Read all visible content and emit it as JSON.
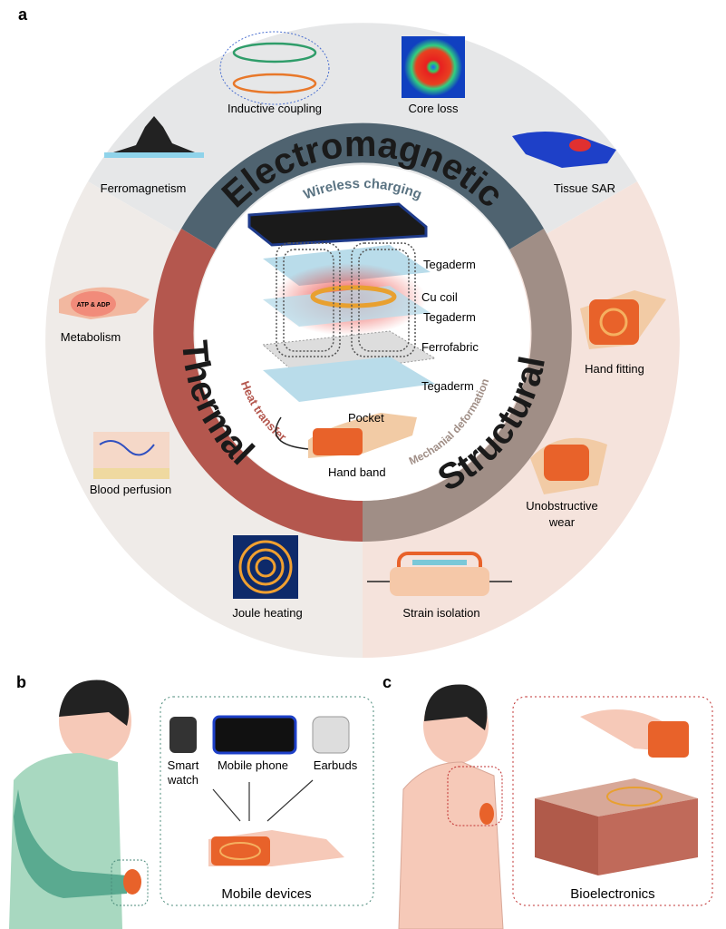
{
  "panels": {
    "a": "a",
    "b": "b",
    "c": "c"
  },
  "ring": {
    "electromagnetic": "Electromagnetic",
    "thermal": "Thermal",
    "structural": "Structural",
    "wireless_charging": "Wireless charging",
    "heat_transfer": "Heat transfer",
    "mechanical_deformation": "Mechanial deformation"
  },
  "layers": [
    "Tegaderm",
    "Cu coil",
    "Tegaderm",
    "Ferrofabric",
    "Tegaderm"
  ],
  "center_labels": {
    "pocket": "Pocket",
    "hand_band": "Hand band"
  },
  "outer": {
    "ferromagnetism": "Ferromagnetism",
    "inductive_coupling": "Inductive coupling",
    "core_loss": "Core loss",
    "tissue_sar": "Tissue SAR",
    "metabolism": "Metabolism",
    "atp_adp": "ATP & ADP",
    "blood_perfusion": "Blood perfusion",
    "joule_heating": "Joule heating",
    "hand_fitting": "Hand fitting",
    "unobstructive_wear_1": "Unobstructive",
    "unobstructive_wear_2": "wear",
    "strain_isolation": "Strain isolation"
  },
  "panel_b": {
    "smart_watch_1": "Smart",
    "smart_watch_2": "watch",
    "mobile_phone": "Mobile phone",
    "earbuds": "Earbuds",
    "caption": "Mobile devices"
  },
  "panel_c": {
    "caption": "Bioelectronics"
  },
  "colors": {
    "electromagnetic": "#4f6370",
    "thermal": "#b4574e",
    "structural": "#a08e86",
    "top_sector": "#e6e7e8",
    "left_sector": "#efebe8",
    "right_sector": "#f5e3dc"
  }
}
